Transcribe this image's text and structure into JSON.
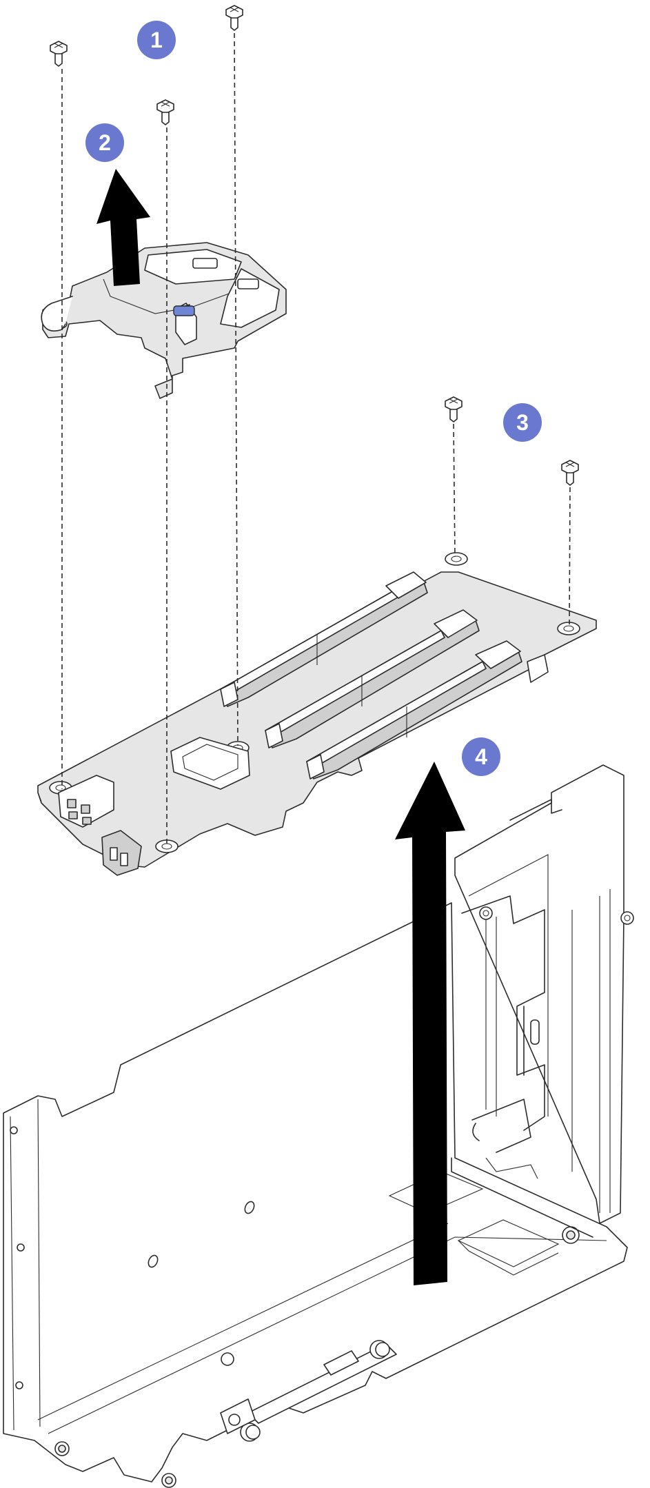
{
  "figure": {
    "description_visible": false,
    "steps": [
      {
        "number": "1"
      },
      {
        "number": "2"
      },
      {
        "number": "3"
      },
      {
        "number": "4"
      }
    ],
    "colors": {
      "step_badge": "#6a79cf",
      "arrow": "#000000",
      "latch_accent": "#6f86d6",
      "part_fill": "#e6e6e6",
      "outline": "#2b2b2b"
    },
    "icons": [
      "screw-icon",
      "lift-arrow-icon",
      "step-badge-icon"
    ]
  }
}
